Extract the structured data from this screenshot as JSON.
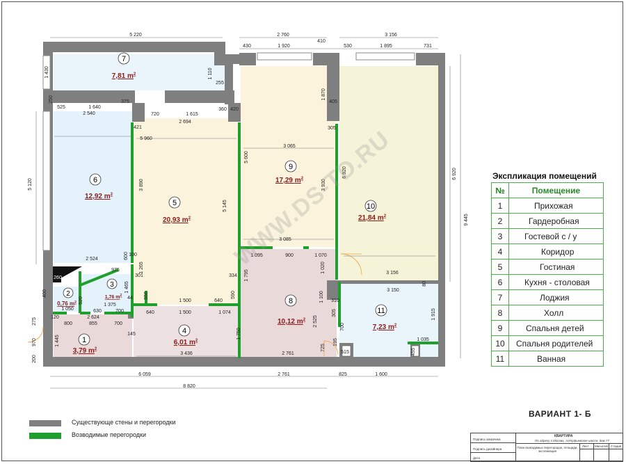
{
  "rooms": [
    {
      "num": "1",
      "area": "3,79"
    },
    {
      "num": "2",
      "area": "0,76"
    },
    {
      "num": "3",
      "area": "1,76"
    },
    {
      "num": "4",
      "area": "6,01"
    },
    {
      "num": "5",
      "area": "20,93"
    },
    {
      "num": "6",
      "area": "12,92"
    },
    {
      "num": "7",
      "area": "7,81"
    },
    {
      "num": "8",
      "area": "10,12"
    },
    {
      "num": "9",
      "area": "17,29"
    },
    {
      "num": "10",
      "area": "21,84"
    },
    {
      "num": "11",
      "area": "7,23"
    }
  ],
  "area_unit": "m",
  "area_sup": "2",
  "dimensions": {
    "top_5220": "5 220",
    "top_2760": "2 760",
    "top_3156": "3 156",
    "top_430": "430",
    "top_1920": "1 920",
    "top_410": "410",
    "top_530": "530",
    "top_1895": "1 895",
    "top_731": "731",
    "d1430": "1 430",
    "d1110": "1 110",
    "d255": "255",
    "d250": "250",
    "d525": "525",
    "d1640": "1 640",
    "d375": "375",
    "d2540": "2 540",
    "d421": "421",
    "d720": "720",
    "d1615": "1 615",
    "d360": "360",
    "d420": "420",
    "d2694": "2 694",
    "d1870": "1 870",
    "d405": "405",
    "d305a": "305",
    "d5960": "5 960",
    "d3065": "3 065",
    "d5600": "5 600",
    "d5120": "5 120",
    "d3890": "3 890",
    "d5145": "5 145",
    "d3930": "3 930",
    "d6920a": "6 920",
    "d6920b": "6 920",
    "d9445": "9 445",
    "d3085": "3 085",
    "d2524": "2 524",
    "d600": "600",
    "d100": "100",
    "d1265": "1 265",
    "d975": "975",
    "d1095": "1 095",
    "d900": "900",
    "d1070": "1 070",
    "d1795": "1 795",
    "d1020": "1 020",
    "d3156b": "3 156",
    "d260": "260",
    "d400": "400",
    "d301": "301",
    "d1465": "1 465",
    "d556": "556",
    "d1500a": "1 500",
    "d640a": "640",
    "d590": "590",
    "d334": "334",
    "d3150": "3 150",
    "d80": "80",
    "d1100": "1 100",
    "d310": "310",
    "d520": "520",
    "d1375": "1 375",
    "d630": "630",
    "d700a": "700",
    "d44": "44",
    "d1050": "1 050",
    "d2624": "2 624",
    "d120": "120",
    "d640b": "640",
    "d1500b": "1 500",
    "d1074": "1 074",
    "d1915": "1 915",
    "d275": "275",
    "d800": "800",
    "d855": "855",
    "d700b": "700",
    "d1750": "1 750",
    "d2525": "2 525",
    "d700c": "700",
    "d305b": "305",
    "d1035": "1 035",
    "d970": "970",
    "d1445": "1 445",
    "d145": "145",
    "d3436": "3 436",
    "d2761a": "2 761",
    "d195": "195",
    "d515": "515",
    "d725": "725",
    "d455": "455",
    "d200": "200",
    "d6059": "6 059",
    "d2761b": "2 761",
    "d825": "825",
    "d1600": "1 600",
    "d8820": "8 820"
  },
  "watermark": "WWW.DS-TD.RU",
  "explication": {
    "title": "Экспликация помещений",
    "head_num": "№",
    "head_name": "Помещение",
    "rows": [
      {
        "n": "1",
        "name": "Прихожая"
      },
      {
        "n": "2",
        "name": "Гардеробная"
      },
      {
        "n": "3",
        "name": "Гостевой с / у"
      },
      {
        "n": "4",
        "name": "Коридор"
      },
      {
        "n": "5",
        "name": "Гостиная"
      },
      {
        "n": "6",
        "name": "Кухня - столовая"
      },
      {
        "n": "7",
        "name": "Лоджия"
      },
      {
        "n": "8",
        "name": "Холл"
      },
      {
        "n": "9",
        "name": "Спальня детей"
      },
      {
        "n": "10",
        "name": "Спальня родителей"
      },
      {
        "n": "11",
        "name": "Ванная"
      }
    ]
  },
  "variant": "ВАРИАНТ  1- Б",
  "legend": {
    "existing": "Существующе стены и перегородки",
    "new": "Возводимые перегородки",
    "existing_color": "#7f7f7f",
    "new_color": "#1fa02c"
  },
  "stamp": {
    "sign1": "Подпись заказчика",
    "sign2": "Подпись дизайнера",
    "date": "Дата",
    "title": "КВАРТИРА",
    "address": "По адресу г.Москва, Алтуфьевское шоссе, дом 77",
    "sheet": "Лист",
    "scale": "Масштаб",
    "stage": "Стадия",
    "desc": "План возводимых перегородок, площади, экспликация"
  },
  "colors": {
    "wall": "#7f7f7f",
    "new_wall": "#1fa02c",
    "room1": "#ead9d9",
    "room4": "#ede0e0",
    "room5": "#fbf3dc",
    "room6": "#e4f2fb",
    "room7": "#eaf4fb",
    "room8": "#ead9d9",
    "room9": "#fbf3dc",
    "room10": "#f5f4d8",
    "room11": "#e9f4fb",
    "area_text": "#8b1a1a"
  }
}
